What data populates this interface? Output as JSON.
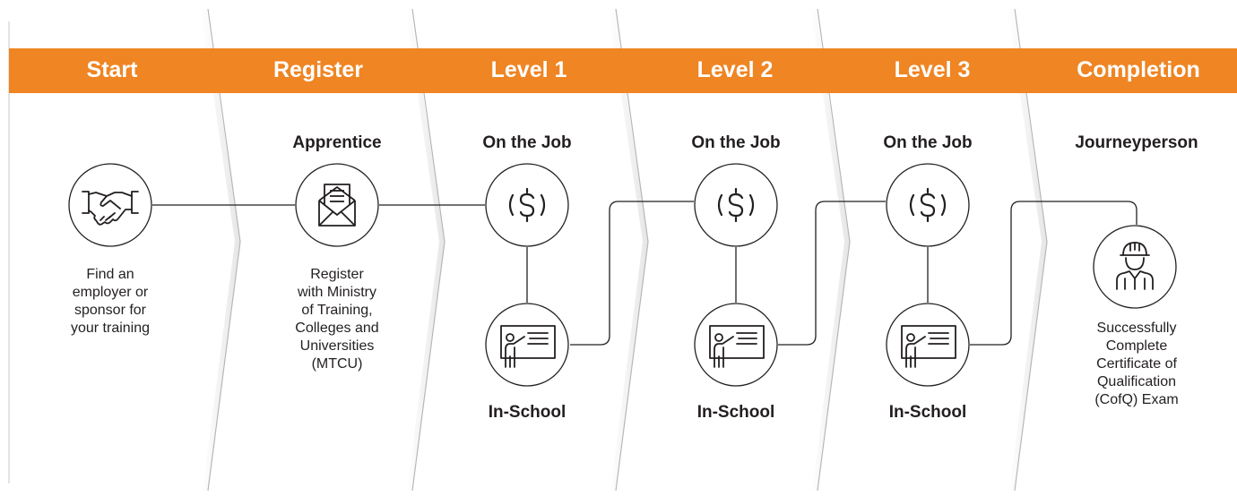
{
  "stages": [
    {
      "title": "Start"
    },
    {
      "title": "Register",
      "subtitle": "Apprentice"
    },
    {
      "title": "Level 1",
      "top_label": "On the Job",
      "bottom_label": "In-School"
    },
    {
      "title": "Level 2",
      "top_label": "On the Job",
      "bottom_label": "In-School"
    },
    {
      "title": "Level 3",
      "top_label": "On the Job",
      "bottom_label": "In-School"
    },
    {
      "title": "Completion",
      "subtitle": "Journeyperson"
    }
  ],
  "descriptions": {
    "start": [
      "Find an",
      "employer or",
      "sponsor for",
      "your training"
    ],
    "register": [
      "Register",
      "with Ministry",
      "of Training,",
      "Colleges and",
      "Universities",
      "(MTCU)"
    ],
    "completion": [
      "Successfully",
      "Complete",
      "Certificate of",
      "Qualification",
      "(CofQ) Exam"
    ]
  },
  "icons": {
    "start": "handshake-icon",
    "register": "envelope-letter-icon",
    "on_the_job": "dollar-coin-icon",
    "in_school": "teacher-whiteboard-icon",
    "completion": "hardhat-worker-icon"
  },
  "colors": {
    "orange_band": "#ef8523",
    "ink": "#231f20",
    "chevron_line": "#a7a9ac"
  }
}
